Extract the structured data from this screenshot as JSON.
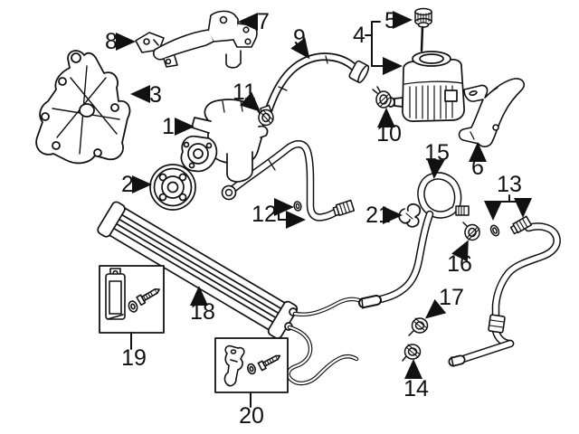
{
  "diagram": {
    "background_color": "#ffffff",
    "line_color": "#111111",
    "callouts": [
      {
        "number": "1",
        "part": "power-steering-pump"
      },
      {
        "number": "2",
        "part": "pulley"
      },
      {
        "number": "3",
        "part": "pump-mounting-bracket"
      },
      {
        "number": "4",
        "part": "fluid-reservoir"
      },
      {
        "number": "5",
        "part": "reservoir-cap"
      },
      {
        "number": "6",
        "part": "reservoir-bracket"
      },
      {
        "number": "7",
        "part": "upper-mounting-bracket"
      },
      {
        "number": "8",
        "part": "bracket-plate"
      },
      {
        "number": "9",
        "part": "supply-hose"
      },
      {
        "number": "10",
        "part": "hose-clamp"
      },
      {
        "number": "11",
        "part": "hose-clamp"
      },
      {
        "number": "12",
        "part": "pressure-hose-with-o-ring"
      },
      {
        "number": "13",
        "part": "return-hose-o-ring-and-fitting"
      },
      {
        "number": "14",
        "part": "hose-clamp"
      },
      {
        "number": "15",
        "part": "return-hose"
      },
      {
        "number": "16",
        "part": "hose-clamp"
      },
      {
        "number": "17",
        "part": "hose-clamp"
      },
      {
        "number": "18",
        "part": "fluid-cooler"
      },
      {
        "number": "19",
        "part": "cooler-bracket-kit"
      },
      {
        "number": "20",
        "part": "cooler-bracket-kit"
      },
      {
        "number": "21",
        "part": "hose-clip"
      }
    ]
  }
}
